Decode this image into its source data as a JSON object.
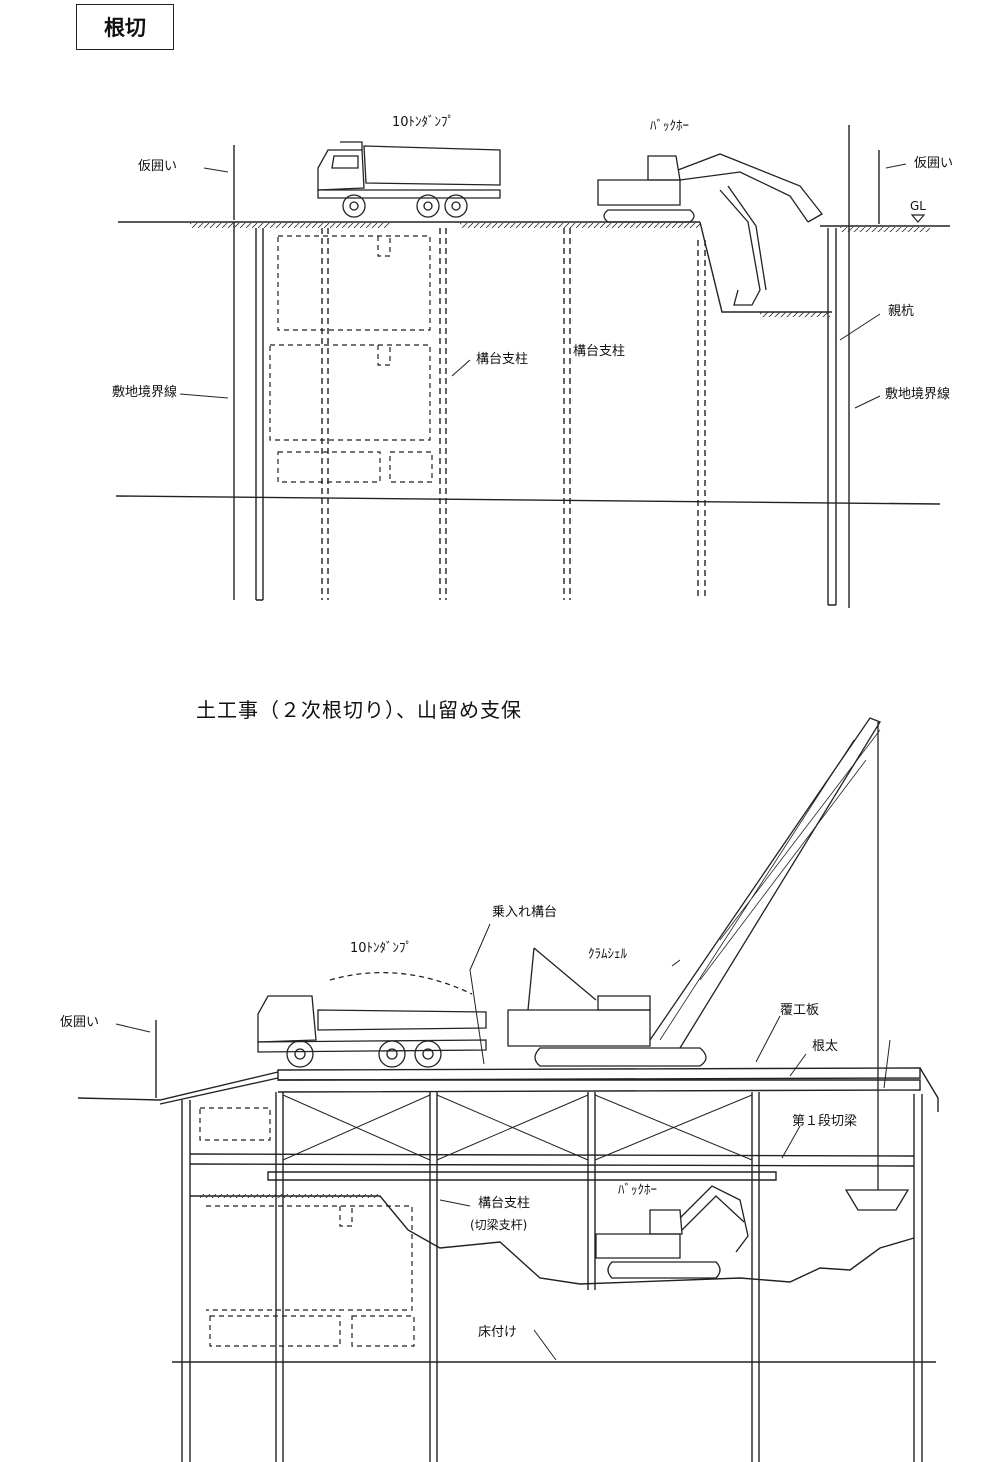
{
  "top": {
    "title": "根切",
    "labels": {
      "dump_truck": "10ﾄﾝﾀﾞﾝﾌﾟ",
      "backhoe": "ﾊﾞｯｸﾎｰ",
      "fence_left": "仮囲い",
      "fence_right": "仮囲い",
      "gl": "GL",
      "soldier_pile": "親杭",
      "stage_column_1": "構台支柱",
      "stage_column_2": "構台支柱",
      "boundary_left": "敷地境界線",
      "boundary_right": "敷地境界線"
    }
  },
  "bottom": {
    "heading": "土工事（２次根切り）、山留め支保",
    "labels": {
      "access_stage": "乗入れ構台",
      "dump_truck": "10ﾄﾝﾀﾞﾝﾌﾟ",
      "clamshell": "ｸﾗﾑｼｪﾙ",
      "fence": "仮囲い",
      "deck_plate": "覆工板",
      "joist": "根太",
      "strut_1": "第１段切梁",
      "backhoe": "ﾊﾞｯｸﾎｰ",
      "stage_column": "構台支柱",
      "strut_column": "(切梁支杆)",
      "bed_prep": "床付け"
    }
  }
}
